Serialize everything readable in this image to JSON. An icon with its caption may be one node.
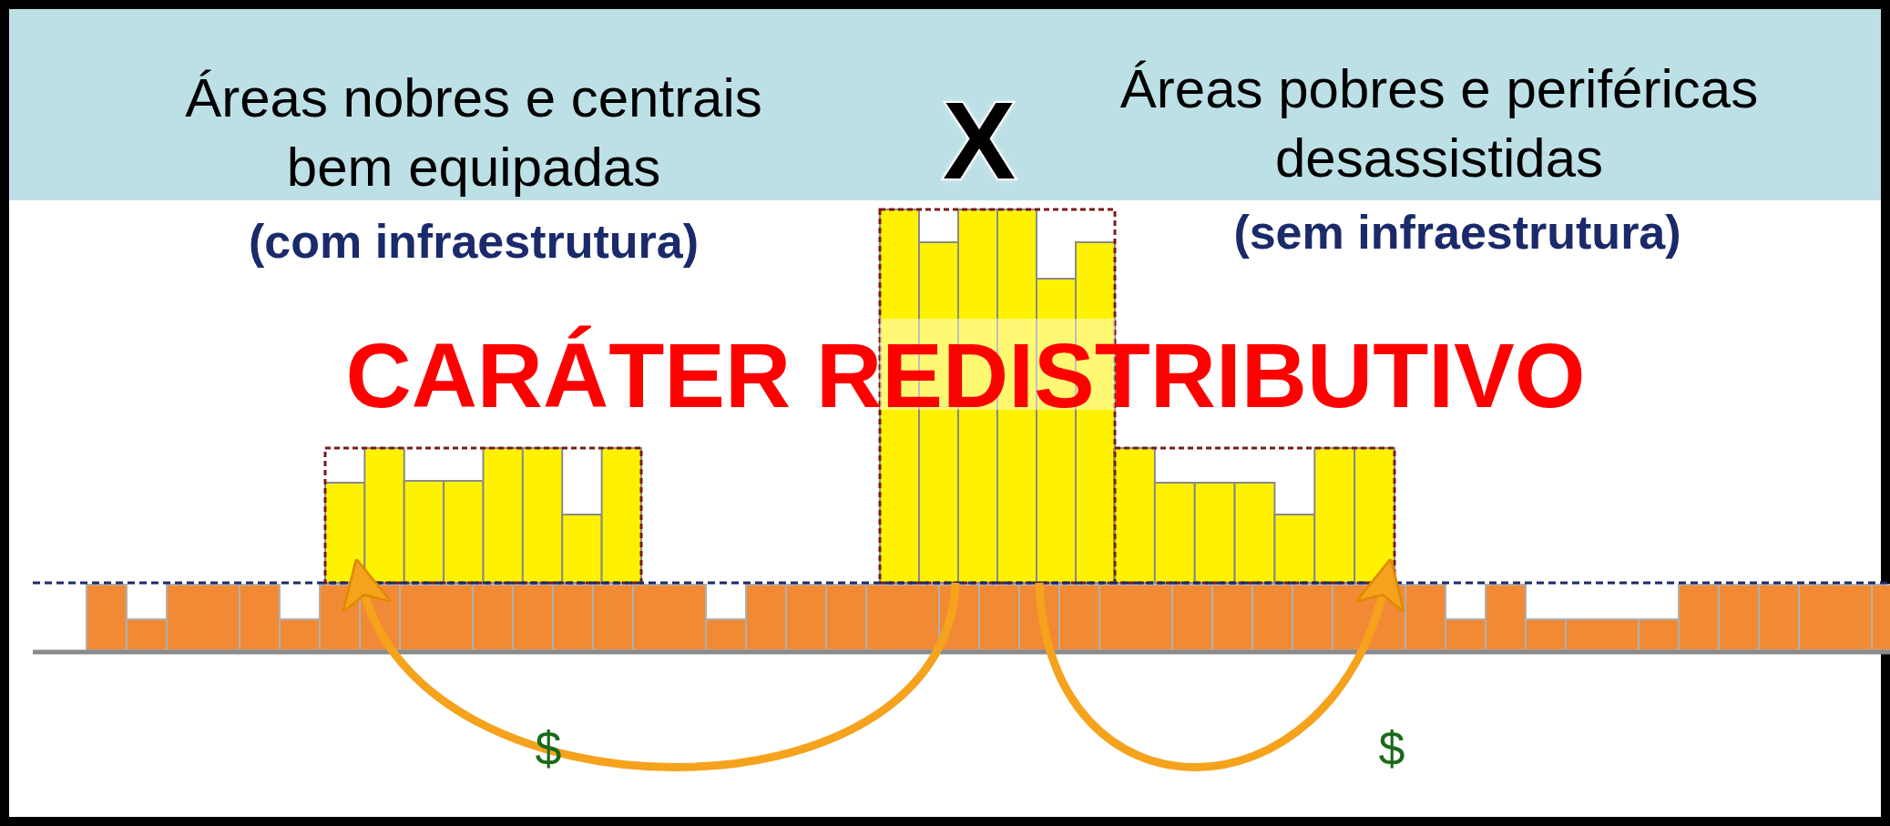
{
  "diagram": {
    "nodes": [
      {
        "text": [],
        "shape": "bar"
      },
      {
        "text": [],
        "shape": "bar"
      },
      {
        "text": [],
        "shape": "bar"
      }
    ],
    "edges": [
      {
        "from": 1,
        "to": 0,
        "arrow": "to",
        "label": "$"
      },
      {
        "from": 1,
        "to": 2,
        "arrow": "to",
        "label": "$"
      }
    ],
    "labels": [
      "Áreas nobres e centrais bem equipadas",
      "(com infraestrutura)",
      "X",
      "Áreas pobres e periféricas desassistidas",
      "(sem infraestrutura)",
      "CARÁTER REDISTRIBUTIVO"
    ]
  }
}
